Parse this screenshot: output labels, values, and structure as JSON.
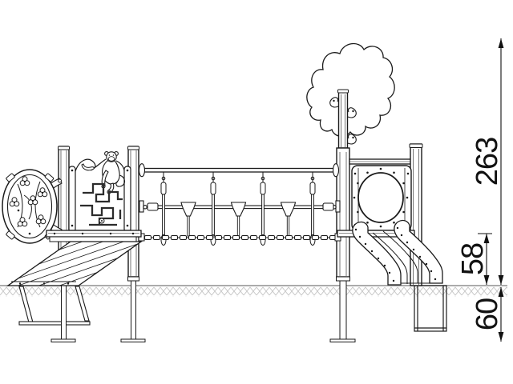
{
  "drawing": {
    "title": "playground-structure-side-elevation",
    "dimensions": {
      "total_height": "263",
      "platform_height": "58",
      "foundation_depth": "60"
    },
    "colors": {
      "line": "#1a1a1a",
      "dimension": "#111111",
      "hatch": "#c6c6c6",
      "ground": "#8f8f8f",
      "background": "#ffffff"
    }
  }
}
